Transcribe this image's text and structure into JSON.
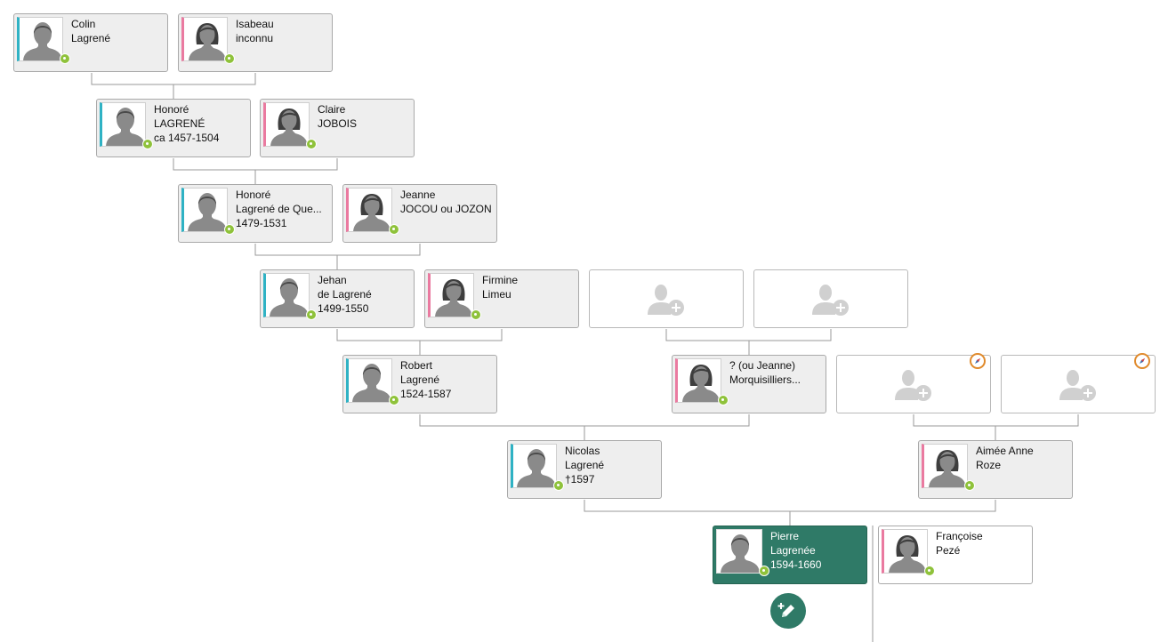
{
  "colors": {
    "selected": "#2f7a67",
    "male": "#2fb2c4",
    "female": "#ea7aa0",
    "status": "#8fc23b"
  },
  "people": {
    "colin": {
      "first": "Colin",
      "last": "Lagrené",
      "dates": ""
    },
    "isabeau": {
      "first": "Isabeau",
      "last": "inconnu",
      "dates": ""
    },
    "honore1": {
      "first": "Honoré",
      "last": "LAGRENÉ",
      "dates": "ca 1457-1504"
    },
    "claire": {
      "first": "Claire",
      "last": "JOBOIS",
      "dates": ""
    },
    "honore2": {
      "first": "Honoré",
      "last": "Lagrené de Que...",
      "dates": "1479-1531"
    },
    "jeanne": {
      "first": "Jeanne",
      "last": "JOCOU ou JOZON",
      "dates": ""
    },
    "jehan": {
      "first": "Jehan",
      "last": "de Lagrené",
      "dates": "1499-1550"
    },
    "firmine": {
      "first": "Firmine",
      "last": "Limeu",
      "dates": ""
    },
    "robert": {
      "first": "Robert",
      "last": "Lagrené",
      "dates": "1524-1587"
    },
    "oujeanne": {
      "first": "? (ou Jeanne)",
      "last": "Morquisilliers...",
      "dates": ""
    },
    "nicolas": {
      "first": "Nicolas",
      "last": "Lagrené",
      "dates": "†1597"
    },
    "aimee": {
      "first": "Aimée Anne",
      "last": "Roze",
      "dates": ""
    },
    "pierre": {
      "first": "Pierre",
      "last": "Lagrenée",
      "dates": "1594-1660"
    },
    "francoise": {
      "first": "Françoise",
      "last": "Pezé",
      "dates": ""
    }
  },
  "icons": {
    "add_person": "add-person-icon",
    "navigate": "compass-icon",
    "edit": "pencil-icon",
    "status": "status-dot-icon"
  }
}
